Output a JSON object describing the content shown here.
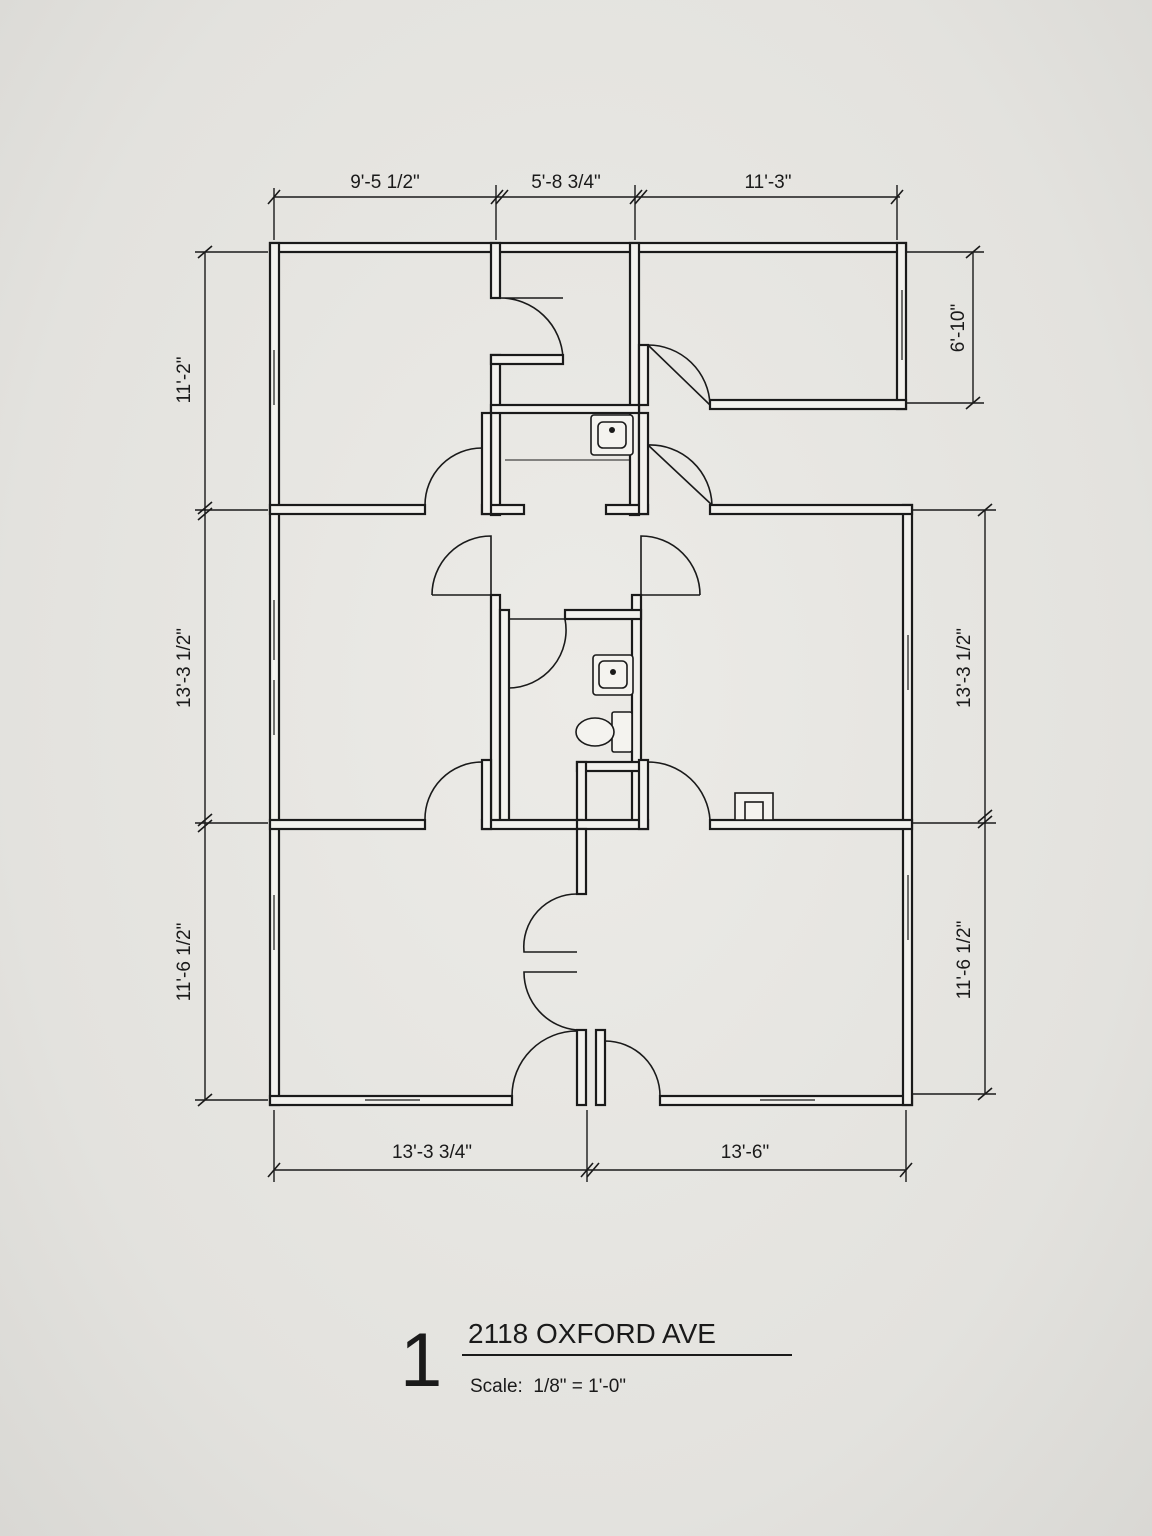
{
  "title_block": {
    "sheet_number": "1",
    "project_name": "2118 OXFORD AVE",
    "scale_label": "Scale:",
    "scale_value": "1/8\" = 1'-0\""
  },
  "dimensions": {
    "top_left": "9'-5 1/2\"",
    "top_middle": "5'-8 3/4\"",
    "top_right": "11'-3\"",
    "right_small": "6'-10\"",
    "left_upper": "11'-2\"",
    "left_middle": "13'-3 1/2\"",
    "left_lower": "11'-6 1/2\"",
    "right_middle": "13'-3 1/2\"",
    "right_lower": "11'-6 1/2\"",
    "bottom_left": "13'-3 3/4\"",
    "bottom_right": "13'-6\""
  }
}
